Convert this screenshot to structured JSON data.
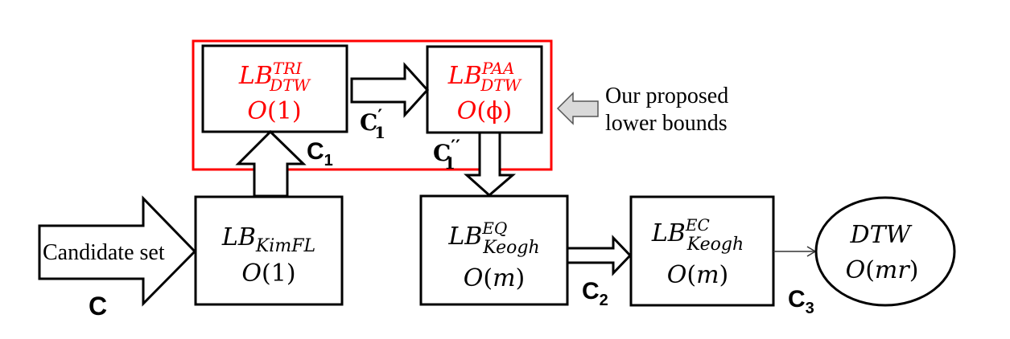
{
  "colors": {
    "highlight": "#ff0000",
    "stroke": "#000000",
    "callout_fill": "#d9d9d9",
    "text": "#000000"
  },
  "highlight_group": {
    "label": "proposed-lower-bounds-group"
  },
  "nodes": {
    "tri": {
      "base": "LB",
      "sup": "TRI",
      "sub": "DTW",
      "complexity": "O(1)",
      "complexity_func": "O",
      "complexity_arg": "1"
    },
    "paa": {
      "base": "LB",
      "sup": "PAA",
      "sub": "DTW",
      "complexity": "O(ϕ)",
      "complexity_func": "O",
      "complexity_arg": "ϕ"
    },
    "kimfl": {
      "base": "LB",
      "sub": "KimFL",
      "complexity": "O(1)",
      "complexity_func": "O",
      "complexity_arg": "1"
    },
    "keogh_eq": {
      "base": "LB",
      "sup": "EQ",
      "sub": "Keogh",
      "complexity": "O(m)",
      "complexity_func": "O",
      "complexity_arg": "m"
    },
    "keogh_ec": {
      "base": "LB",
      "sup": "EC",
      "sub": "Keogh",
      "complexity": "O(m)",
      "complexity_func": "O",
      "complexity_arg": "m"
    },
    "dtw": {
      "name": "DTW",
      "complexity": "O(mr)",
      "complexity_func": "O",
      "complexity_arg": "mr"
    }
  },
  "edges": {
    "candidate": {
      "text": "Candidate set",
      "label": "C"
    },
    "c1": {
      "label": "C",
      "sub": "1"
    },
    "c1_prime": {
      "label": "C",
      "prime": "′",
      "sub": "1"
    },
    "c1_double_prime": {
      "label": "C",
      "prime": "′′",
      "sub": "1"
    },
    "c2": {
      "label": "C",
      "sub": "2"
    },
    "c3": {
      "label": "C",
      "sub": "3"
    }
  },
  "callout": {
    "line1": "Our proposed",
    "line2": "lower bounds"
  }
}
